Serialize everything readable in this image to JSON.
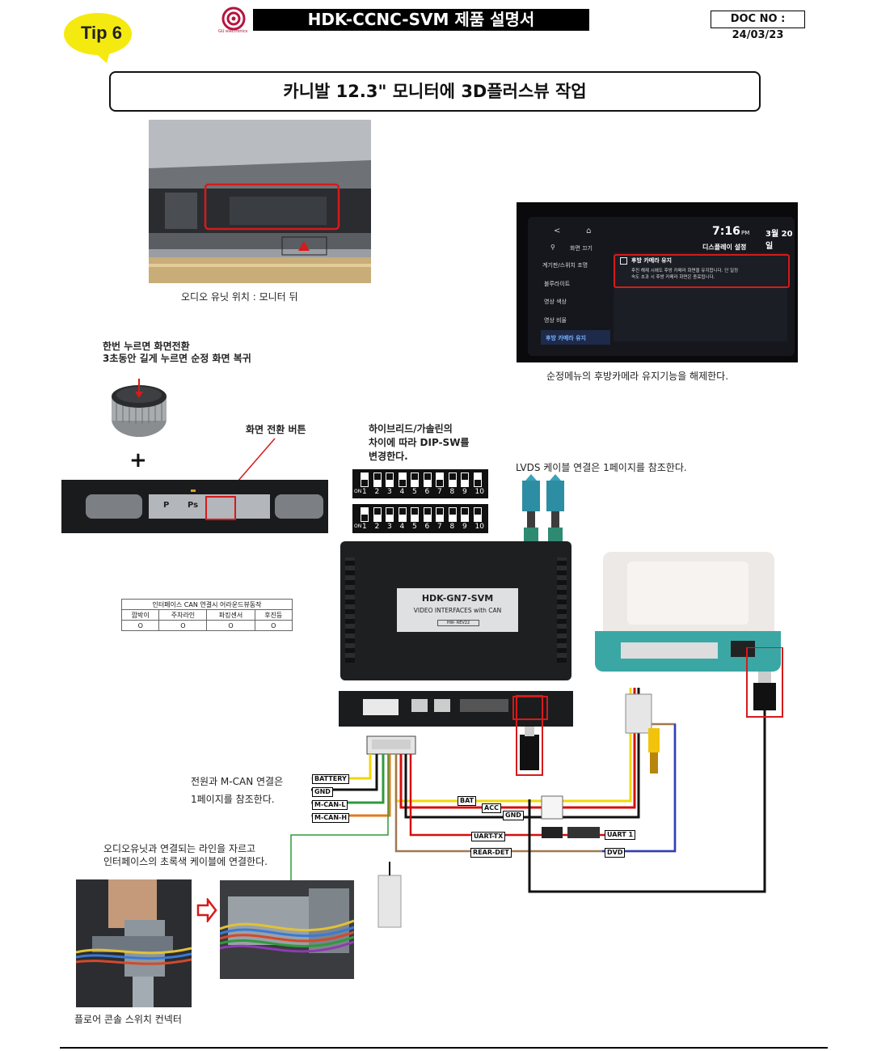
{
  "header": {
    "tip_label": "Tip 6",
    "logo_sub": "GU electronics",
    "doc_title": "HDK-CCNC-SVM 제품 설명서",
    "doc_no": "DOC NO : 24/03/23"
  },
  "section_title": "카니발 12.3\" 모니터에  3D플러스뷰 작업",
  "captions": {
    "audio_unit": "오디오 유닛 위치 : 모니터 뒤",
    "oem_menu": "순정메뉴의 후방카메라 유지기능을 해제한다.",
    "knob_line1": "한번 누르면 화면전환",
    "knob_line2": "3초동안 길게 누르면 순정 화면 복귀",
    "switch_button": "화면 전환 버튼",
    "dip_line1": "하이브리드/가솔린의",
    "dip_line2": "차이에 따라 DIP-SW를",
    "dip_line3": "변경한다.",
    "lvds": "LVDS 케이블 연결은 1페이지를 참조한다.",
    "power_line1": "전원과 M-CAN 연결은",
    "power_line2": "1페이지를 참조한다.",
    "audio_cut_line1": "오디오유닛과 연결되는 라인을 자르고",
    "audio_cut_line2": "인터페이스의 초록색 케이블에 연결한다.",
    "floor_console": "플로어 콘솔 스위치 컨넥터"
  },
  "screen": {
    "time": "7:16",
    "ampm": "PM",
    "date": "3월 20일",
    "menu_title": "디스플레이 설정",
    "left_menu": [
      "화면 끄기",
      "계기판/스위치 조명",
      "블루라이트",
      "영상 색상",
      "영상 비율",
      "후방 카메라 유지"
    ],
    "option_title": "후방 카메라 유지",
    "option_desc1": "후진 해제 시에도 후방 카메라 화면을 유지합니다. 단 일정",
    "option_desc2": "속도 초과 시 후방 카메라 화면은 종료됩니다."
  },
  "dip_switch": {
    "on_label": "ON",
    "numbers": [
      "1",
      "2",
      "3",
      "4",
      "5",
      "6",
      "7",
      "8",
      "9",
      "10"
    ]
  },
  "can_table": {
    "title": "인터페이스 CAN 연결시 어라운드뷰동작",
    "headers": [
      "깜박이",
      "주차라인",
      "파킹센서",
      "후진등"
    ],
    "values": [
      "O",
      "O",
      "O",
      "O"
    ]
  },
  "device": {
    "model": "HDK-GN7-SVM",
    "subtitle": "VIDEO INTERFACES with CAN",
    "rev": "HW- REV22"
  },
  "wire_tags": {
    "battery": "BATTERY",
    "gnd": "GND",
    "mcan_l": "M-CAN-L",
    "mcan_h": "M-CAN-H",
    "bat": "BAT",
    "acc": "ACC",
    "gnd2": "GND",
    "uart_tx": "UART-TX",
    "rear_det": "REAR-DET",
    "uart1": "UART 1",
    "dvd": "DVD"
  },
  "dashboard_labels": {
    "p": "P",
    "ps": "Ps"
  },
  "colors": {
    "red_box": "#d61a1a",
    "yellow": "#f2d60a",
    "wire_red": "#d40f0f",
    "wire_black": "#111111",
    "wire_green": "#2f9a3e",
    "wire_orange": "#e07a1c",
    "wire_brown": "#a0784f",
    "wire_blue": "#2e3fb8",
    "teal": "#3aa7a5"
  }
}
